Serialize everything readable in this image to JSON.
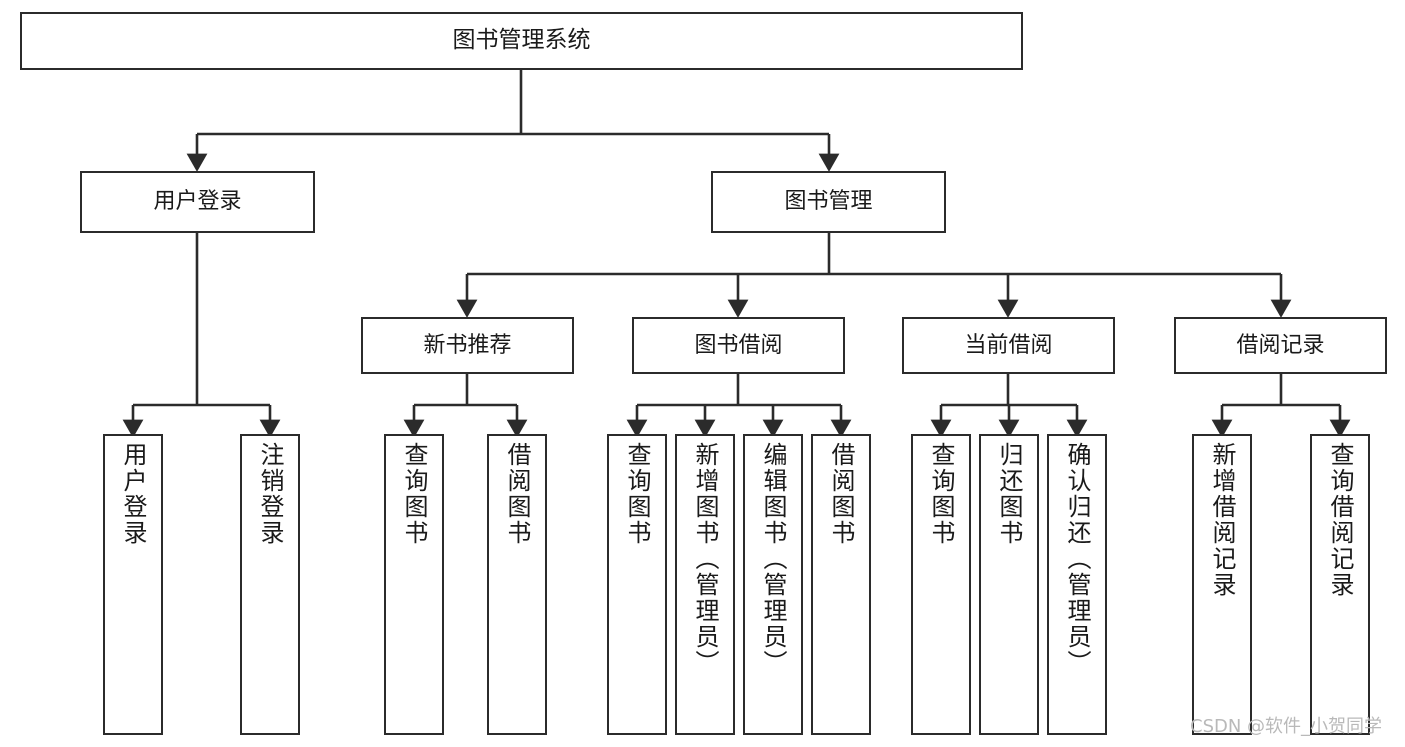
{
  "diagram": {
    "type": "tree-hierarchy-chart",
    "title": "图书管理系统",
    "root": {
      "id": "root",
      "label": "图书管理系统"
    },
    "level1": [
      {
        "id": "user-login",
        "label": "用户登录"
      },
      {
        "id": "book-manage",
        "label": "图书管理"
      }
    ],
    "level2": [
      {
        "id": "new-book-recommend",
        "label": "新书推荐"
      },
      {
        "id": "book-borrow",
        "label": "图书借阅"
      },
      {
        "id": "current-borrow",
        "label": "当前借阅"
      },
      {
        "id": "borrow-record",
        "label": "借阅记录"
      }
    ],
    "leaves": {
      "user_login": [
        {
          "id": "leaf-user-login",
          "label": "用户登录"
        },
        {
          "id": "leaf-logout-login",
          "label": "注销登录"
        }
      ],
      "new_book_recommend": [
        {
          "id": "leaf-query-book-1",
          "label": "查询图书"
        },
        {
          "id": "leaf-borrow-book-1",
          "label": "借阅图书"
        }
      ],
      "book_borrow": [
        {
          "id": "leaf-query-book-2",
          "label": "查询图书"
        },
        {
          "id": "leaf-add-book",
          "label": "新增图书（管理员）"
        },
        {
          "id": "leaf-edit-book",
          "label": "编辑图书（管理员）"
        },
        {
          "id": "leaf-borrow-book-2",
          "label": "借阅图书"
        }
      ],
      "current_borrow": [
        {
          "id": "leaf-query-book-3",
          "label": "查询图书"
        },
        {
          "id": "leaf-return-book",
          "label": "归还图书"
        },
        {
          "id": "leaf-confirm-return",
          "label": "确认归还（管理员）"
        }
      ],
      "borrow_record": [
        {
          "id": "leaf-add-record",
          "label": "新增借阅记录"
        },
        {
          "id": "leaf-query-record",
          "label": "查询借阅记录"
        }
      ]
    }
  },
  "watermark": {
    "text": "CSDN @软件_小贺同学"
  },
  "colors": {
    "border": "#2b2b2b",
    "background": "#ffffff",
    "text": "#1a1a1a",
    "watermark": "#b9b9b9"
  }
}
